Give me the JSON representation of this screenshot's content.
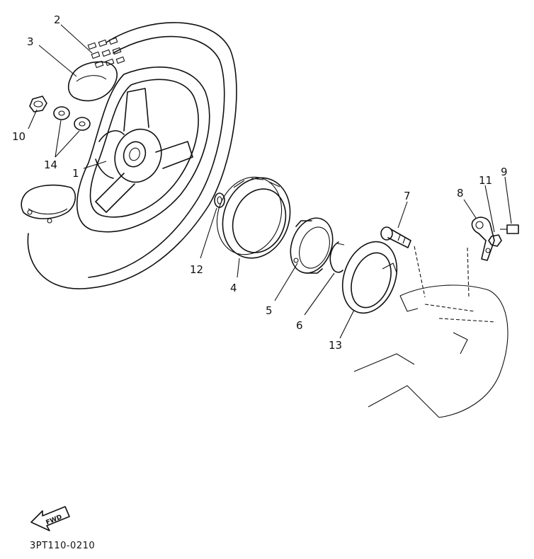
{
  "callouts": [
    {
      "id": "1",
      "label": "1"
    },
    {
      "id": "2",
      "label": "2"
    },
    {
      "id": "3",
      "label": "3"
    },
    {
      "id": "4",
      "label": "4"
    },
    {
      "id": "5",
      "label": "5"
    },
    {
      "id": "6",
      "label": "6"
    },
    {
      "id": "7",
      "label": "7"
    },
    {
      "id": "8",
      "label": "8"
    },
    {
      "id": "9",
      "label": "9"
    },
    {
      "id": "10",
      "label": "10"
    },
    {
      "id": "11",
      "label": "11"
    },
    {
      "id": "12",
      "label": "12"
    },
    {
      "id": "13",
      "label": "13"
    },
    {
      "id": "14",
      "label": "14"
    }
  ],
  "fwd_label": "FWD",
  "diagram_code": "3PT110-0210"
}
